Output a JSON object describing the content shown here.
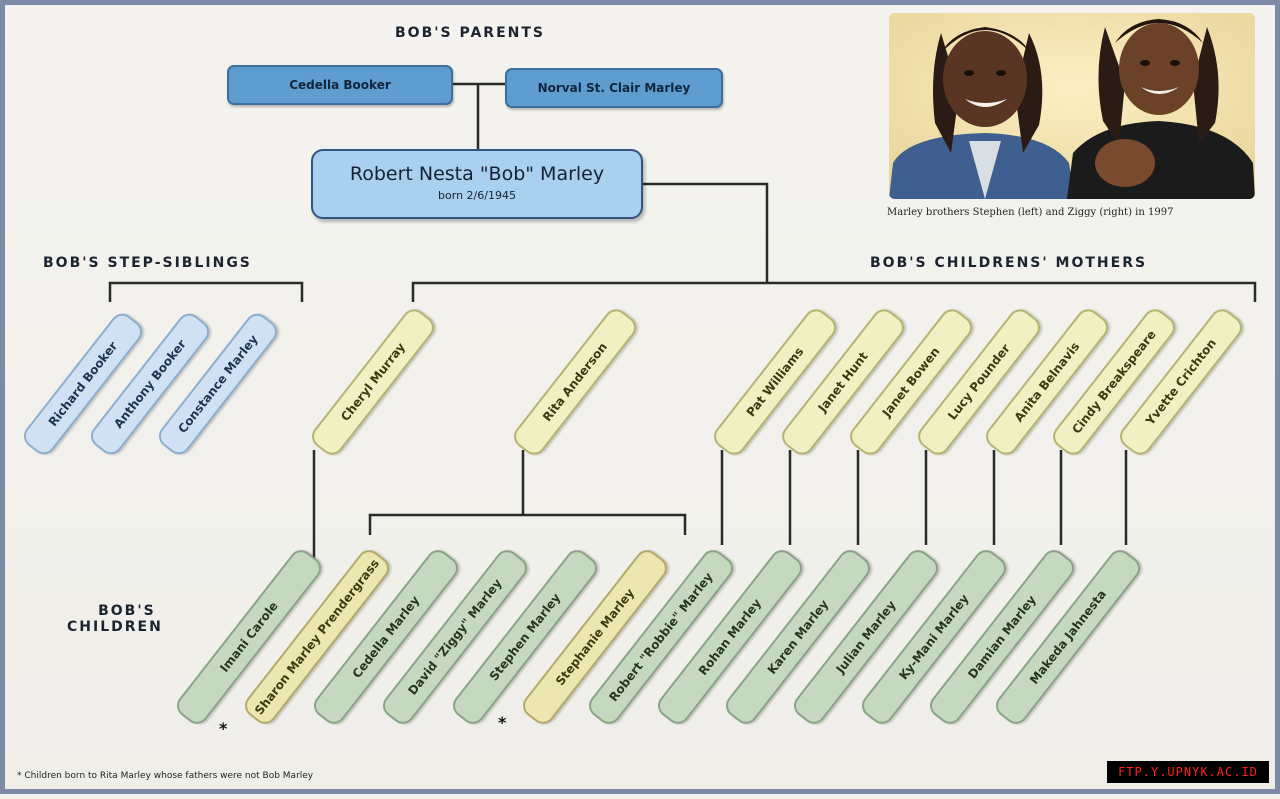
{
  "headings": {
    "parents": "BOB'S PARENTS",
    "step_siblings": "BOB'S STEP-SIBLINGS",
    "mothers": "BOB'S CHILDRENS' MOTHERS",
    "children_line1": "BOB'S",
    "children_line2": "CHILDREN"
  },
  "parents": [
    "Cedella Booker",
    "Norval St. Clair Marley"
  ],
  "bob": {
    "name": "Robert Nesta \"Bob\" Marley",
    "born": "born 2/6/1945"
  },
  "step_siblings": [
    "Richard Booker",
    "Anthony Booker",
    "Constance Marley"
  ],
  "mothers": [
    "Cheryl Murray",
    "Rita Anderson",
    "Pat Williams",
    "Janet Hunt",
    "Janet Bowen",
    "Lucy Pounder",
    "Anita Belnavis",
    "Cindy Breakspeare",
    "Yvette Crichton"
  ],
  "children": [
    {
      "name": "Imani Carole",
      "starred": false
    },
    {
      "name": "Sharon Marley Prendergrass",
      "starred": true
    },
    {
      "name": "Cedella Marley",
      "starred": false
    },
    {
      "name": "David \"Ziggy\" Marley",
      "starred": false
    },
    {
      "name": "Stephen Marley",
      "starred": false
    },
    {
      "name": "Stephanie Marley",
      "starred": true
    },
    {
      "name": "Robert \"Robbie\" Marley",
      "starred": false
    },
    {
      "name": "Rohan Marley",
      "starred": false
    },
    {
      "name": "Karen Marley",
      "starred": false
    },
    {
      "name": "Julian Marley",
      "starred": false
    },
    {
      "name": "Ky-Mani Marley",
      "starred": false
    },
    {
      "name": "Damian Marley",
      "starred": false
    },
    {
      "name": "Makeda Jahnesta",
      "starred": false
    }
  ],
  "photo": {
    "caption": "Marley brothers Stephen (left) and Ziggy (right) in 1997"
  },
  "footnote": "Children born to Rita Marley whose fathers were not Bob Marley",
  "asterisk": "*",
  "watermark": "FTP.Y.UPNYK.AC.ID",
  "colors": {
    "parent_box": "#5f9ccf",
    "bob_box": "#a9d0ee",
    "sibling_pill": "#cfe1f2",
    "mother_pill": "#f0f0c2",
    "child_pill": "#c6d9c0",
    "starred_child_pill": "#ece7b0"
  }
}
